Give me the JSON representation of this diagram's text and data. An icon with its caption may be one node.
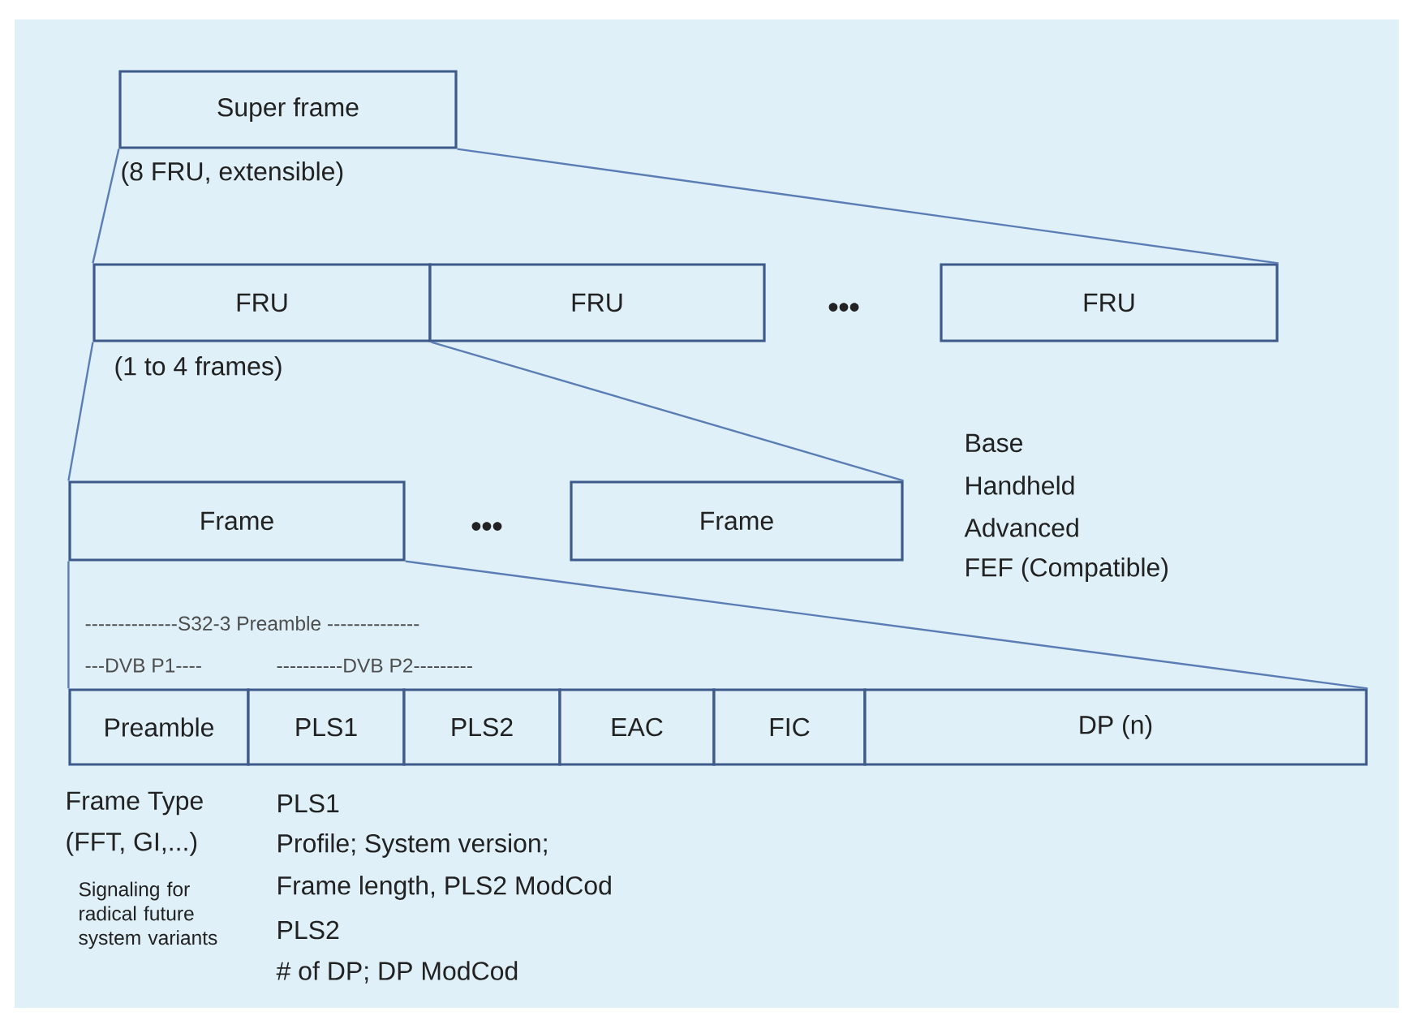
{
  "diagram": {
    "nodes": [
      {
        "text": [
          "Super frame"
        ],
        "beside": [
          "(8 FRU, extensible)"
        ]
      },
      {
        "text": [
          "FRU"
        ],
        "beside": [
          "(1 to 4 frames)"
        ]
      },
      {
        "text": [
          "FRU"
        ]
      },
      {
        "text": [
          "FRU"
        ]
      },
      {
        "text": [
          "Frame"
        ]
      },
      {
        "text": [
          "Frame"
        ]
      },
      {
        "text": [
          "Preamble"
        ]
      },
      {
        "text": [
          "PLS1"
        ]
      },
      {
        "text": [
          "PLS2"
        ]
      },
      {
        "text": [
          "EAC"
        ]
      },
      {
        "text": [
          "FIC"
        ]
      },
      {
        "text": [
          "DP (n)"
        ]
      }
    ],
    "edges": [
      {
        "from": 0,
        "to": 1,
        "arrow": "none"
      },
      {
        "from": 0,
        "to": 3,
        "arrow": "none"
      },
      {
        "from": 1,
        "to": 4,
        "arrow": "none"
      },
      {
        "from": 1,
        "to": 5,
        "arrow": "none"
      },
      {
        "from": 4,
        "to": 6,
        "arrow": "none"
      },
      {
        "from": 4,
        "to": 11,
        "arrow": "none"
      }
    ],
    "labels": [
      "•••",
      "•••",
      "Base",
      "Handheld",
      "Advanced",
      "FEF (Compatible)",
      "--------------S32-3 Preamble --------------",
      "---DVB P1----",
      "----------DVB P2---------",
      "Frame Type",
      "(FFT, GI,...)",
      "Signaling for radical future system variants",
      "PLS1",
      "Profile; System version;",
      "Frame length, PLS2 ModCod",
      "PLS2",
      "# of DP; DP ModCod"
    ]
  }
}
